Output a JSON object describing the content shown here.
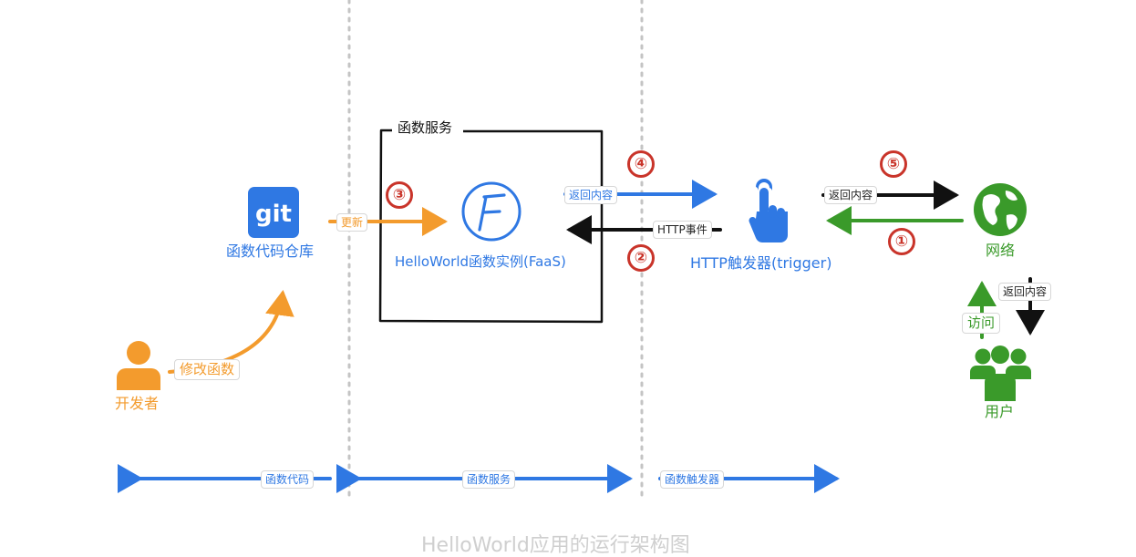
{
  "colors": {
    "blue": "#2f78e3",
    "orange": "#f39b2d",
    "green": "#3a9a2a",
    "red": "#c9342a",
    "black": "#111111"
  },
  "nodes": {
    "git_logo_text": "git",
    "git_repo": "函数代码仓库",
    "developer": "开发者",
    "faas_instance": "HelloWorld函数实例(FaaS)",
    "http_trigger": "HTTP触发器(trigger)",
    "network": "网络",
    "user": "用户"
  },
  "frame": {
    "title": "函数服务"
  },
  "edge_labels": {
    "modify_function": "修改函数",
    "update": "更新",
    "return_content_top": "返回内容",
    "http_event": "HTTP事件",
    "return_content_right": "返回内容",
    "visit": "访问",
    "return_content_down": "返回内容"
  },
  "steps": [
    "①",
    "②",
    "③",
    "④",
    "⑤"
  ],
  "sections": [
    "函数代码",
    "函数服务",
    "函数触发器"
  ],
  "icons": {
    "git": "git-logo-icon",
    "faas": "faas-logo-icon",
    "trigger": "tap-hand-icon",
    "network": "globe-icon",
    "developer": "person-icon",
    "user": "group-icon"
  },
  "caption": "HelloWorld应用的运行架构图"
}
